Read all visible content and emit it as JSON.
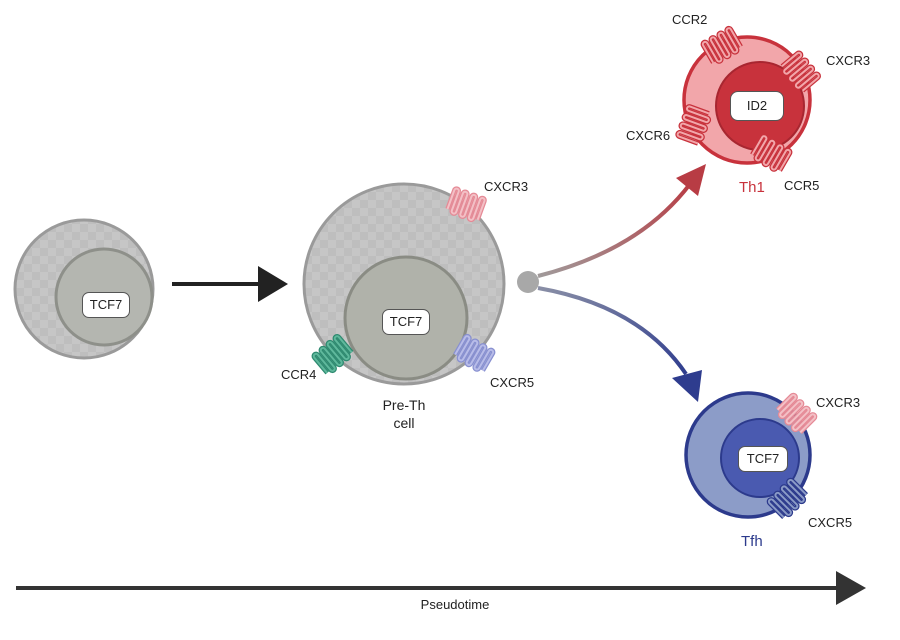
{
  "cells": {
    "naive": {
      "nucleus_label": "TCF7"
    },
    "pre_th": {
      "nucleus_label": "TCF7",
      "title_line1": "Pre-Th",
      "title_line2": "cell"
    },
    "th1": {
      "nucleus_label": "ID2",
      "title": "Th1"
    },
    "tfh": {
      "nucleus_label": "TCF7",
      "title": "Tfh"
    }
  },
  "receptors": {
    "pre_th_cxcr3": "CXCR3",
    "pre_th_ccr4": "CCR4",
    "pre_th_cxcr5": "CXCR5",
    "th1_ccr2": "CCR2",
    "th1_cxcr3": "CXCR3",
    "th1_cxcr6": "CXCR6",
    "th1_ccr5": "CCR5",
    "tfh_cxcr3": "CXCR3",
    "tfh_cxcr5": "CXCR5"
  },
  "axis": {
    "label": "Pseudotime"
  },
  "colors": {
    "grey_cell": "#c4c4c4",
    "grey_outline": "#9a9a9a",
    "th1_red": "#c8323c",
    "th1_fill": "#f0a0a4",
    "tfh_blue": "#2c3a8c",
    "tfh_fill": "#8a9ac6",
    "ccr4_green": "#2e8a70",
    "cxcr3_pink": "#e58a96",
    "cxcr5_lavender": "#8890d0"
  }
}
